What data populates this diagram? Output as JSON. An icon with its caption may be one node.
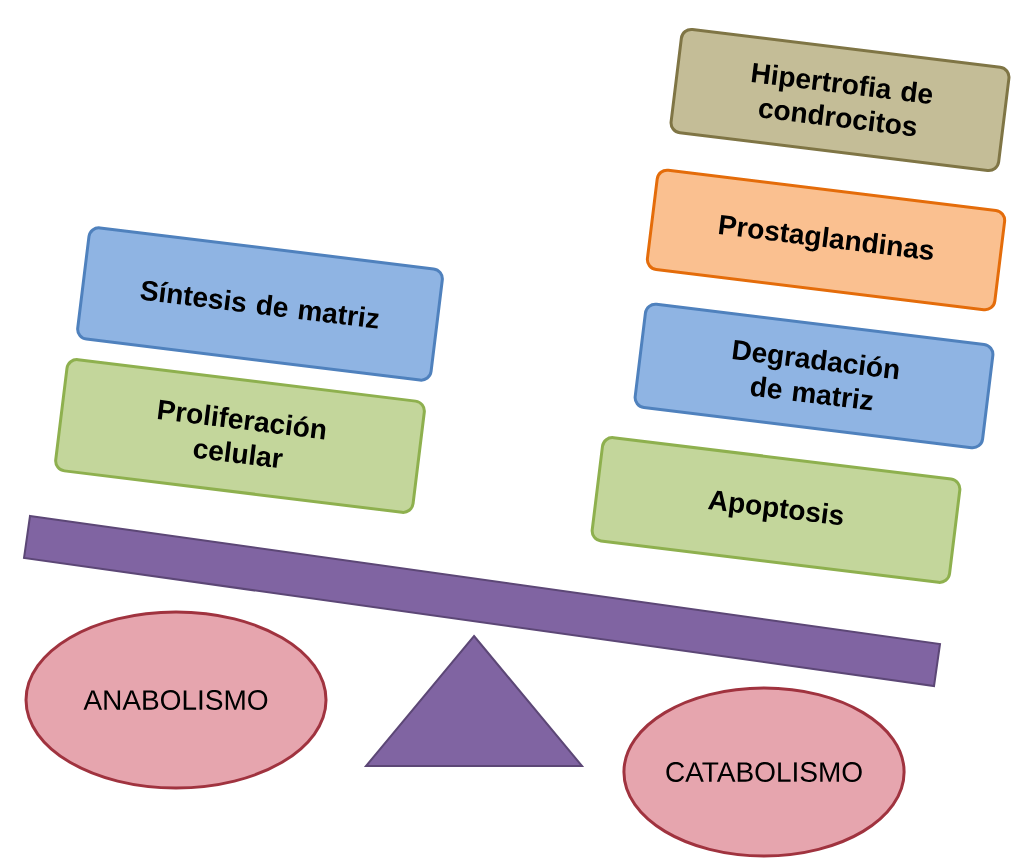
{
  "diagram": {
    "nodes": [
      {
        "text": [
          "Síntesis de matriz"
        ]
      },
      {
        "text": [
          "Proliferación celular"
        ]
      },
      {
        "text": [
          "Hipertrofia de condrocitos"
        ]
      },
      {
        "text": [
          "Prostaglandinas"
        ]
      },
      {
        "text": [
          "Degradación de matriz"
        ]
      },
      {
        "text": [
          "Apoptosis"
        ]
      },
      {
        "text": [
          "ANABOLISMO"
        ]
      },
      {
        "text": [
          "CATABOLISMO"
        ]
      }
    ]
  }
}
